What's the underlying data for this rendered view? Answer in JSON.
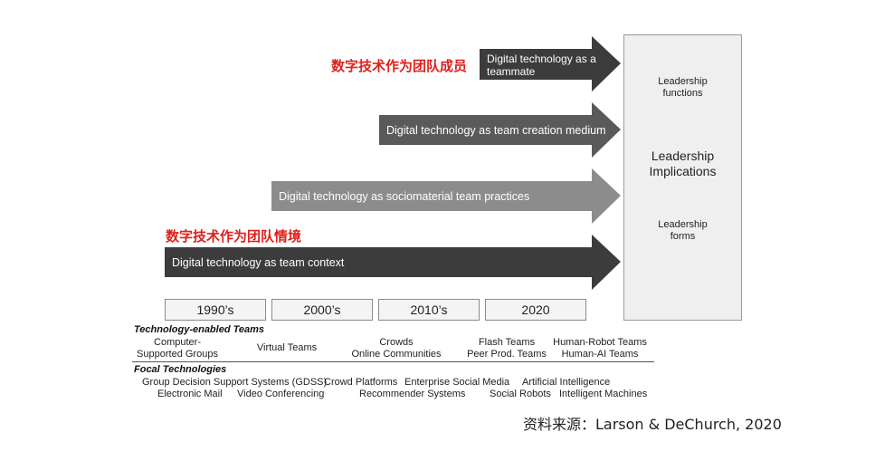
{
  "arrows": [
    {
      "label_line1": "Digital technology as a",
      "label_line2": "teammate",
      "color": "#3c3c3c"
    },
    {
      "label": "Digital technology as team creation medium",
      "color": "#5a5a5a"
    },
    {
      "label": "Digital technology as sociomaterial team practices",
      "color": "#8c8c8c"
    },
    {
      "label": "Digital technology as team context",
      "color": "#3c3c3c"
    }
  ],
  "annotations": {
    "teammate_cn": "数字技术作为团队成员",
    "context_cn": "数字技术作为团队情境",
    "color": "#e0201b"
  },
  "leadership": {
    "functions_line1": "Leadership",
    "functions_line2": "functions",
    "implications_line1": "Leadership",
    "implications_line2": "Implications",
    "forms_line1": "Leadership",
    "forms_line2": "forms"
  },
  "decades": [
    "1990’s",
    "2000’s",
    "2010’s",
    "2020"
  ],
  "teams": {
    "title": "Technology-enabled Teams",
    "items": [
      {
        "line1": "Computer-",
        "line2": "Supported Groups"
      },
      {
        "line1": "Virtual Teams",
        "line2": ""
      },
      {
        "line1": "Crowds",
        "line2": "Online Communities"
      },
      {
        "line1": "Flash Teams",
        "line2": "Peer Prod. Teams"
      },
      {
        "line1": "Human-Robot Teams",
        "line2": "Human-AI Teams"
      }
    ]
  },
  "technologies": {
    "title": "Focal Technologies",
    "items": [
      "Group Decision Support Systems (GDSS)",
      "Electronic Mail",
      "Video Conferencing",
      "Crowd Platforms",
      "Enterprise Social Media",
      "Recommender Systems",
      "Artificial Intelligence",
      "Social Robots",
      "Intelligent Machines"
    ]
  },
  "source": "资料来源：Larson & DeChurch, 2020"
}
